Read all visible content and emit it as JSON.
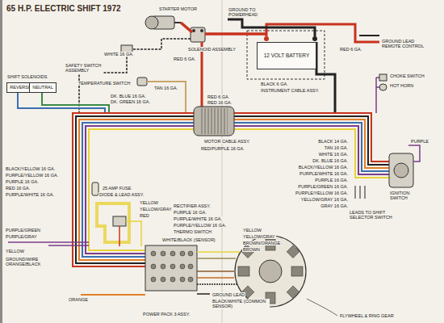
{
  "diagram": {
    "title": "65 H.P. ELECTRIC SHIFT 1972",
    "nodes": [
      {
        "text": [
          "REVERSE"
        ]
      },
      {
        "text": [
          "NEUTRAL"
        ]
      },
      {
        "text": [
          "12 VOLT BATTERY"
        ]
      }
    ],
    "labels": [
      "STARTER MOTOR",
      "SOLENOID ASSEMBLY",
      "GROUND TO POWERHEAD",
      "RED 6 GA.",
      "RED 6 GA.",
      "GROUND LEAD REMOTE CONTROL",
      "WHITE 16 GA.",
      "SAFETY SWITCH ASSEMBLY",
      "SHIFT SOLENOIDS",
      "TEMPERATURE SWITCH",
      "TAN 16 GA.",
      "DK. BLUE 16 GA.",
      "DK. GREEN 16 GA.",
      "BLACK 6 GA.",
      "INSTRUMENT CABLE ASSY.",
      "RED 6 GA.",
      "RED 16 GA.",
      "CHOKE SWITCH",
      "HOT HORN",
      "MOTOR CABLE ASSY.",
      "RED/PURPLE 16 GA.",
      "BLACK 14 GA.",
      "TAN 16 GA.",
      "WHITE 16 GA.",
      "DK. BLUE 16 GA.",
      "BLACK/YELLOW 16 GA.",
      "PURPLE/WHITE 16 GA.",
      "PURPLE 16 GA.",
      "PURPLE/GREEN 16 GA.",
      "PURPLE/YELLOW 16 GA.",
      "YELLOW/GRAY 16 GA.",
      "GRAY 16 GA.",
      "PURPLE",
      "IGNITION SWITCH",
      "LEADS TO SHIFT SELECTOR SWITCH",
      "BLACK/YELLOW 16 GA.",
      "PURPLE/YELLOW 16 GA.",
      "PURPLE 16 GA.",
      "RED 16 GA.",
      "PURPLE/WHITE 16 GA.",
      "25 AMP FUSE",
      "DIODE & LEAD ASSY.",
      "YELLOW",
      "YELLOW/GRAY",
      "RED",
      "RECTIFIER ASSY.",
      "PURPLE 16 GA.",
      "PURPLE/WHITE 16 GA.",
      "PURPLE/YELLOW 16 GA.",
      "THERMO SWITCH",
      "PURPLE/GREEN",
      "PURPLE/GRAY",
      "YELLOW",
      "GROUND/WIRE ORANGE/BLACK",
      "WHITE/BLACK (SENSOR)",
      "YELLOW",
      "YELLOW/GRAY",
      "BROWN/ORANGE",
      "BROWN",
      "ORANGE",
      "GROUND LEAD",
      "BLACK/WHITE (COMMON SENSOR)",
      "POWER PACK 3 ASSY.",
      "FLYWHEEL & RING GEAR"
    ]
  }
}
